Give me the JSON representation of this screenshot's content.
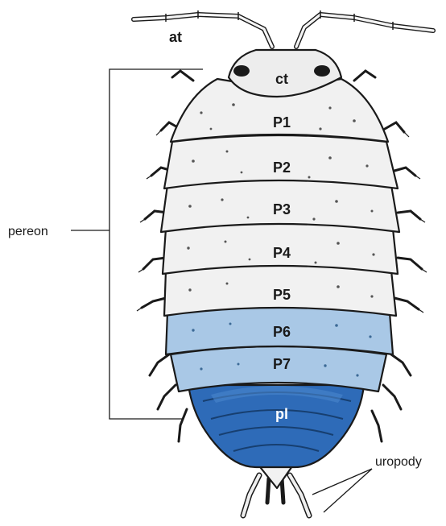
{
  "labels": {
    "antenna": "at",
    "head": "ct",
    "segments": [
      "P1",
      "P2",
      "P3",
      "P4",
      "P5",
      "P6",
      "P7"
    ],
    "pleon": "pl",
    "pereon": "pereon",
    "uropods": "uropody"
  },
  "colors": {
    "pereon_segment": "#f1f1f1",
    "light_blue_segment": "#a9c8e6",
    "pleon": "#2e6bb8",
    "pleon_light": "#4a86cb",
    "outline": "#1a1a1a"
  }
}
